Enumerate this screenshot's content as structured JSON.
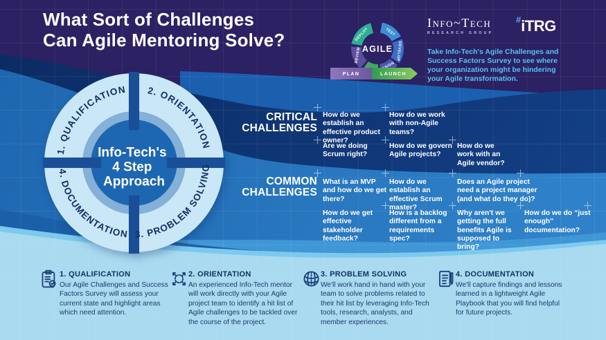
{
  "header": {
    "title_line1": "What Sort of Challenges",
    "title_line2": "Can Agile Mentoring Solve?",
    "survey_cta": "Take Info-Tech's Agile Challenges and Success Factors Survey to see where your organization might be hindering your Agile transformation.",
    "infotech_logo": {
      "name": "Info~Tech",
      "subtitle": "RESEARCH GROUP"
    },
    "itrg_logo": {
      "hash": "#",
      "text": "iTRG"
    }
  },
  "agile_cycle": {
    "center_label": "AGILE",
    "segments": [
      {
        "label": "TEST",
        "color": "#3D8ED4"
      },
      {
        "label": "DEVELOP",
        "color": "#3C6EC4"
      },
      {
        "label": "DESIGN",
        "color": "#4C58AC"
      },
      {
        "label": "REVIEW",
        "color": "#5E4E9E"
      },
      {
        "label": "DEPLOY",
        "color": "#2EAE93"
      }
    ],
    "banners": [
      {
        "label": "PLAN",
        "color": "#7A63AC"
      },
      {
        "label": "LAUNCH",
        "color": "#49A757"
      }
    ]
  },
  "approach_wheel": {
    "center_line1": "Info-Tech's",
    "center_line2": "4 Step",
    "center_line3": "Approach",
    "segment_1": "1. QUALIFICATION",
    "segment_2": "2. ORIENTATION",
    "segment_3": "3. PROBLEM SOLVING",
    "segment_4": "4. DOCUMENTATION"
  },
  "challenges": {
    "critical": {
      "label_line1": "CRITICAL",
      "label_line2": "CHALLENGES",
      "questions": [
        "How do we establish an effective product owner?",
        "How do we work with non-Agile teams?",
        "Are we doing Scrum right?",
        "How do we govern Agile projects?",
        "How do we work with an Agile vendor?"
      ]
    },
    "common": {
      "label_line1": "COMMON",
      "label_line2": "CHALLENGES",
      "questions": [
        "What is an MVP and how do we get there?",
        "How do we establish an effective Scrum master?",
        "Does an Agile project need a project manager (and what do they do)?",
        "How do we get effective stakeholder feedback?",
        "How is a backlog different from a requirements spec?",
        "Why aren't we getting the full benefits Agile is supposed to bring?",
        "How do we do “just enough” documentation?"
      ]
    }
  },
  "steps": [
    {
      "heading": "1. QUALIFICATION",
      "icon": "clipboard-check-icon",
      "body": "Our Agile Challenges and Success Factors Survey will assess your current state and highlight areas which need attention."
    },
    {
      "heading": "2. ORIENTATION",
      "icon": "expand-arrows-icon",
      "body": "An experienced Info-Tech mentor will work directly with your Agile project team to identify a hit list of Agile challenges to be tackled over the course of the project."
    },
    {
      "heading": "3. PROBLEM SOLVING",
      "icon": "brain-network-icon",
      "body": "We'll work hand in hand with your team to solve problems related to their hit list by leveraging Info-Tech tools, research, analysts, and member experiences."
    },
    {
      "heading": "4. DOCUMENTATION",
      "icon": "document-pen-icon",
      "body": "We'll capture findings and lessons learned in a lightweight Agile Playbook that you will find helpful for future projects."
    }
  ],
  "colors": {
    "header_purple": "#2B2163",
    "navy_wave": "#123E84",
    "mid_blue_wave": "#1E6BB5",
    "bright_blue_wave": "#3F97D6",
    "light_blue_bottom": "#A9DAF0",
    "cta_text_blue": "#55C3F2",
    "wheel_ring_light": "#C9E7F7",
    "wheel_divider_navy": "#1A4E96",
    "dark_text_navy": "#14305F"
  }
}
